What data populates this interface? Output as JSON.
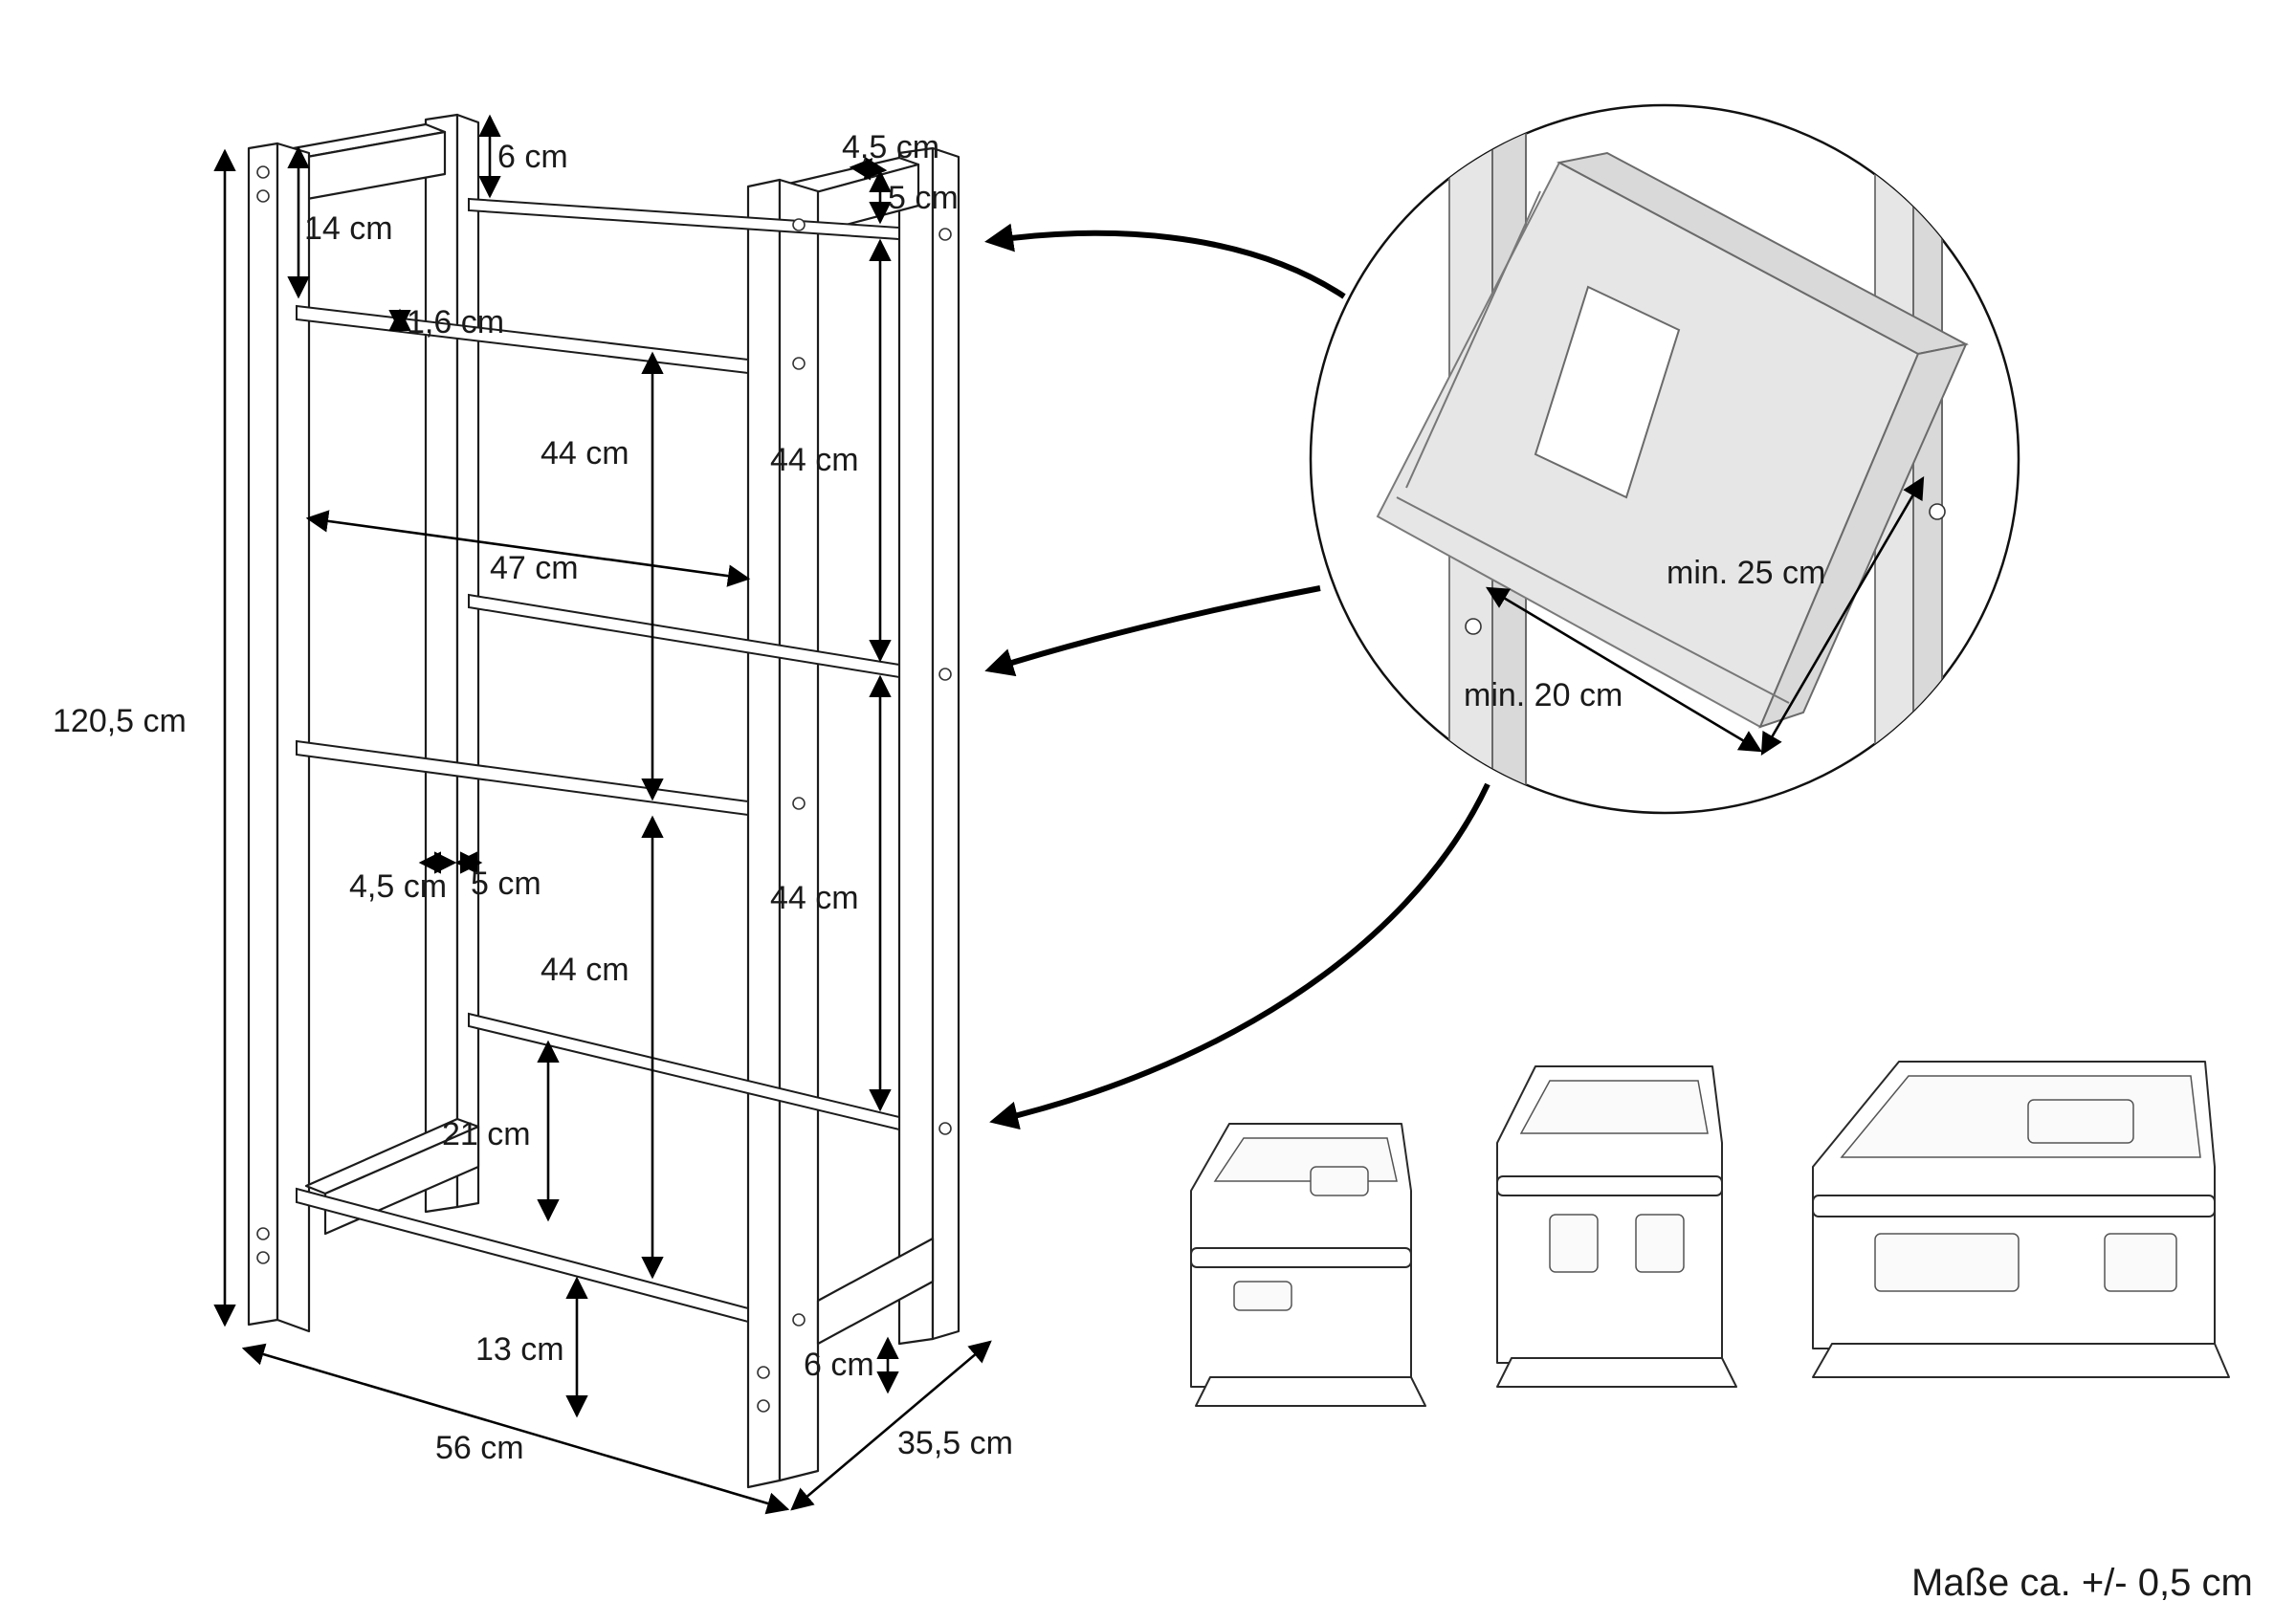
{
  "dimensions": {
    "height_total": "120,5 cm",
    "width": "56 cm",
    "depth": "35,5 cm",
    "top_offset": "6 cm",
    "top_post_width": "4,5 cm",
    "top_post_depth": "5 cm",
    "first_rung": "14 cm",
    "rod_diameter": "1,6 cm",
    "inner_width": "47 cm",
    "spacing_1": "44 cm",
    "spacing_2": "44 cm",
    "spacing_3": "44 cm",
    "spacing_4": "44 cm",
    "post_width": "4,5 cm",
    "post_depth": "5 cm",
    "bottom_gap": "21 cm",
    "bottom_rod": "13 cm",
    "foot": "6 cm"
  },
  "detail": {
    "min_depth": "min. 25 cm",
    "min_width": "min. 20 cm"
  },
  "footer_note": "Maße ca. +/- 0,5 cm"
}
